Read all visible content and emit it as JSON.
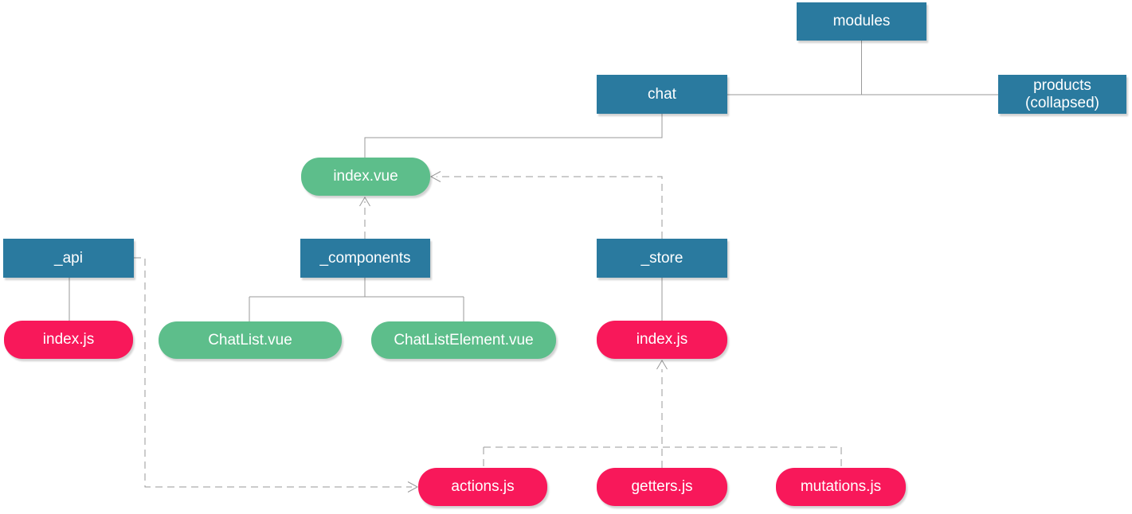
{
  "diagram": {
    "nodes": {
      "modules": {
        "label": "modules",
        "kind": "folder"
      },
      "chat": {
        "label": "chat",
        "kind": "folder"
      },
      "products": {
        "label_line1": "products",
        "label_line2": "(collapsed)",
        "kind": "folder"
      },
      "index_vue": {
        "label": "index.vue",
        "kind": "vue-file"
      },
      "api": {
        "label": "_api",
        "kind": "folder"
      },
      "components": {
        "label": "_components",
        "kind": "folder"
      },
      "store": {
        "label": "_store",
        "kind": "folder"
      },
      "api_index_js": {
        "label": "index.js",
        "kind": "js-file"
      },
      "chat_list_vue": {
        "label": "ChatList.vue",
        "kind": "vue-file"
      },
      "chat_list_element_vue": {
        "label": "ChatListElement.vue",
        "kind": "vue-file"
      },
      "store_index_js": {
        "label": "index.js",
        "kind": "js-file"
      },
      "actions_js": {
        "label": "actions.js",
        "kind": "js-file"
      },
      "getters_js": {
        "label": "getters.js",
        "kind": "js-file"
      },
      "mutations_js": {
        "label": "mutations.js",
        "kind": "js-file"
      }
    },
    "edges": [
      {
        "from": "modules",
        "to": "chat",
        "style": "solid-tree"
      },
      {
        "from": "modules",
        "to": "products",
        "style": "solid-tree"
      },
      {
        "from": "chat",
        "to": "index_vue",
        "style": "solid-tree"
      },
      {
        "from": "api",
        "to": "api_index_js",
        "style": "solid-tree"
      },
      {
        "from": "components",
        "to": "chat_list_vue",
        "style": "solid-tree"
      },
      {
        "from": "components",
        "to": "chat_list_element_vue",
        "style": "solid-tree"
      },
      {
        "from": "store",
        "to": "store_index_js",
        "style": "solid-tree"
      },
      {
        "from": "components",
        "to": "index_vue",
        "style": "dashed-arrow"
      },
      {
        "from": "store",
        "to": "index_vue",
        "style": "dashed-arrow"
      },
      {
        "from": "api",
        "to": "actions_js",
        "style": "dashed-arrow"
      },
      {
        "from": "actions_js",
        "to": "store_index_js",
        "style": "dashed-arrow"
      },
      {
        "from": "getters_js",
        "to": "store_index_js",
        "style": "dashed-arrow"
      },
      {
        "from": "mutations_js",
        "to": "store_index_js",
        "style": "dashed-arrow"
      }
    ],
    "colors": {
      "folder_fill": "#2A7A9F",
      "vue_fill": "#5DBE8B",
      "js_fill": "#F8185A",
      "text": "#FFFFFF",
      "line": "#999999",
      "background": "#FFFFFF"
    }
  }
}
